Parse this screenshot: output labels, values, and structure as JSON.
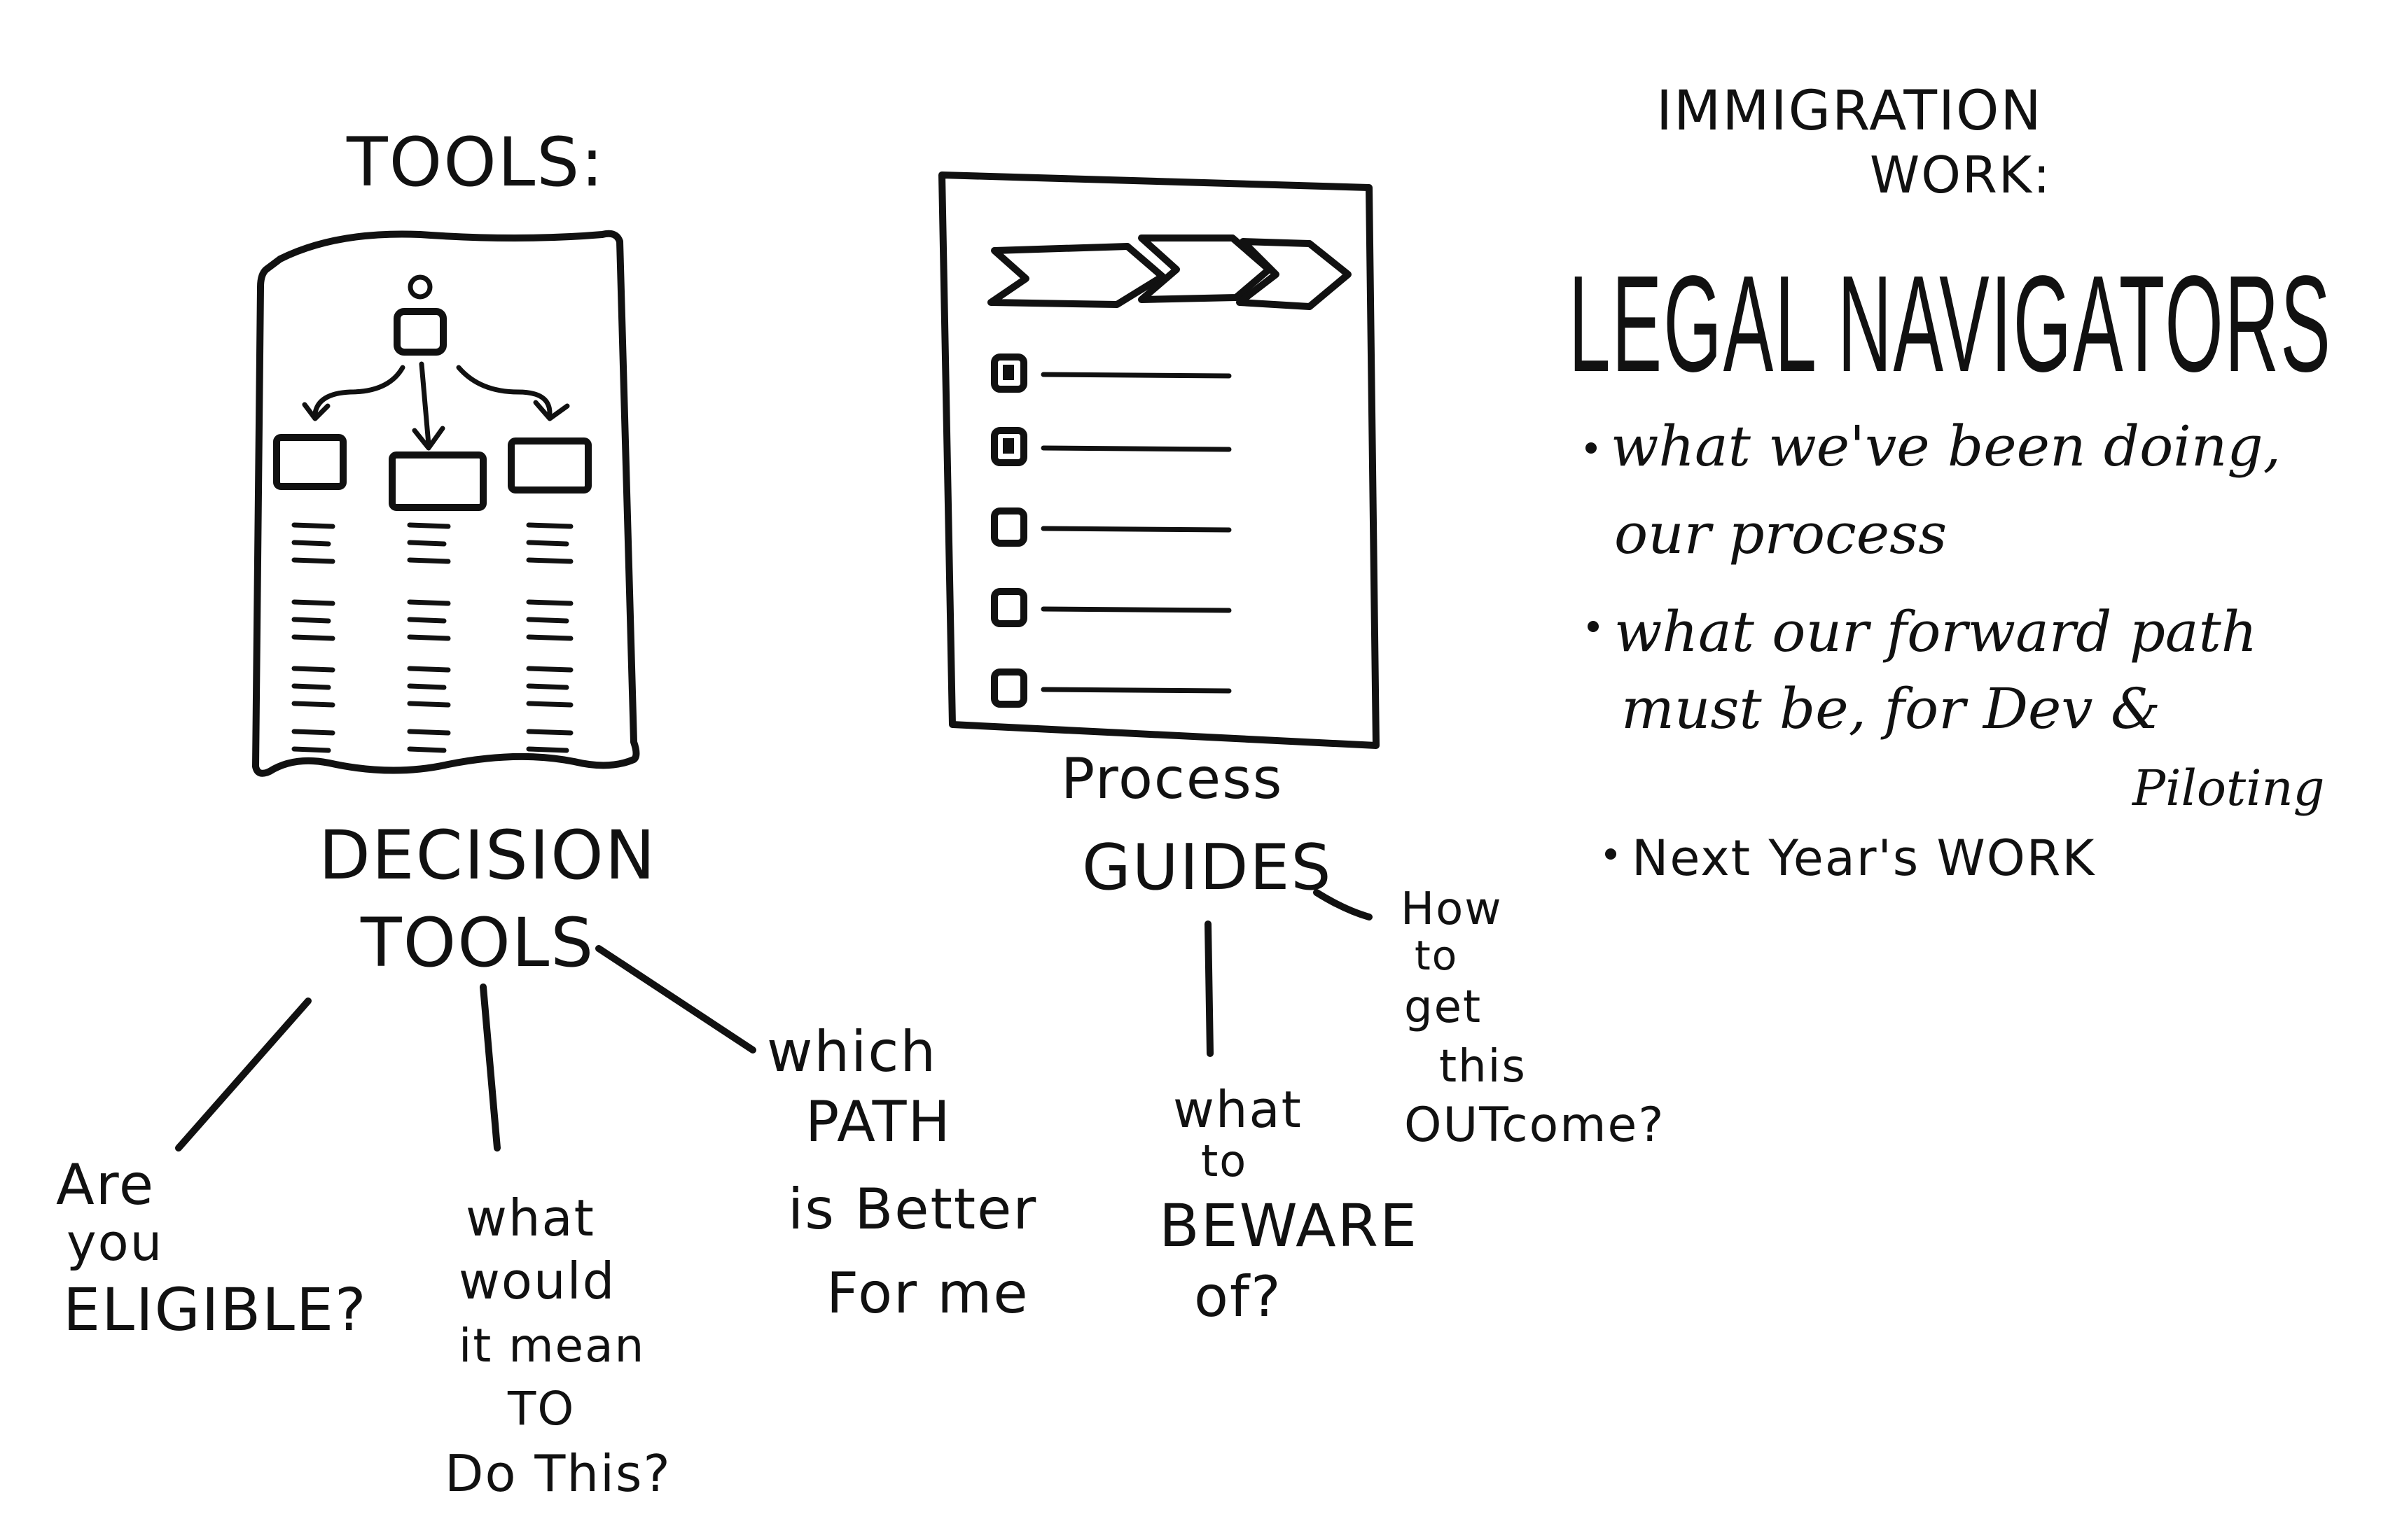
{
  "tools_heading": "TOOLS:",
  "decision_tools": {
    "label_line1": "DECISION",
    "label_line2": "TOOLS",
    "branches": [
      {
        "lines": [
          "Are",
          "you",
          "ELIGIBLE?"
        ]
      },
      {
        "lines": [
          "what",
          "would",
          "it mean",
          "TO",
          "Do This?"
        ]
      },
      {
        "lines": [
          "which",
          "PATH",
          "is Better",
          "For me"
        ]
      }
    ]
  },
  "process_guides": {
    "label_line1": "Process",
    "label_line2": "GUIDES",
    "branches": [
      {
        "lines": [
          "what",
          "to",
          "BEWARE",
          "of?"
        ]
      },
      {
        "lines": [
          "How",
          "to",
          "get",
          "this",
          "OUTcome?"
        ]
      }
    ]
  },
  "immigration": {
    "heading_line1": "IMMIGRATION",
    "heading_line2": "WORK:",
    "title": "LEGAL NAVIGATORS",
    "bullets": [
      {
        "line1": "what we've been doing,",
        "line2": "our process"
      },
      {
        "line1": "what our forward path",
        "line2": "must be, for Dev &",
        "line3": "Piloting"
      },
      {
        "line1": "Next Year's WORK"
      }
    ]
  }
}
